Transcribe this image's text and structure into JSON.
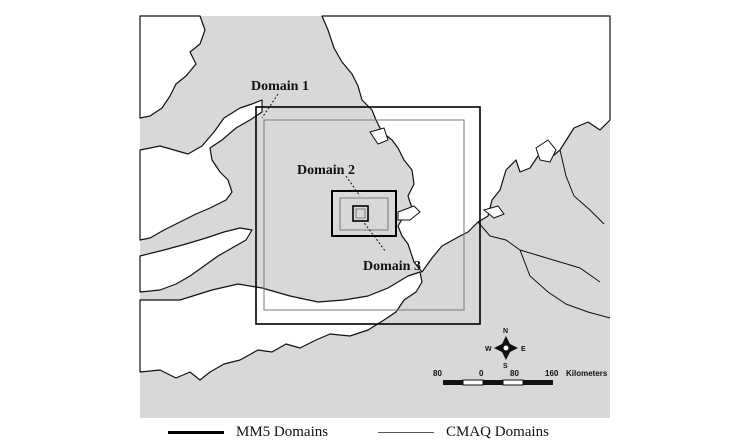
{
  "map": {
    "domains": [
      {
        "label": "Domain 1",
        "model": "MM5"
      },
      {
        "label": "Domain 2",
        "model": "MM5"
      },
      {
        "label": "Domain 3",
        "model": "MM5"
      }
    ],
    "scale_bar": {
      "ticks": [
        "80",
        "0",
        "80",
        "160"
      ],
      "unit": "Kilometers"
    },
    "compass": {
      "north": "N",
      "south": "S",
      "east": "E",
      "west": "W"
    }
  },
  "legend": {
    "items": [
      {
        "label": "MM5 Domains",
        "style": "thick"
      },
      {
        "label": "CMAQ Domains",
        "style": "thin"
      }
    ]
  },
  "colors": {
    "land": "#d8d8d8",
    "sea": "#ffffff",
    "coastline": "#111111",
    "mm5_line": "#000000",
    "cmaq_line": "#777777"
  }
}
